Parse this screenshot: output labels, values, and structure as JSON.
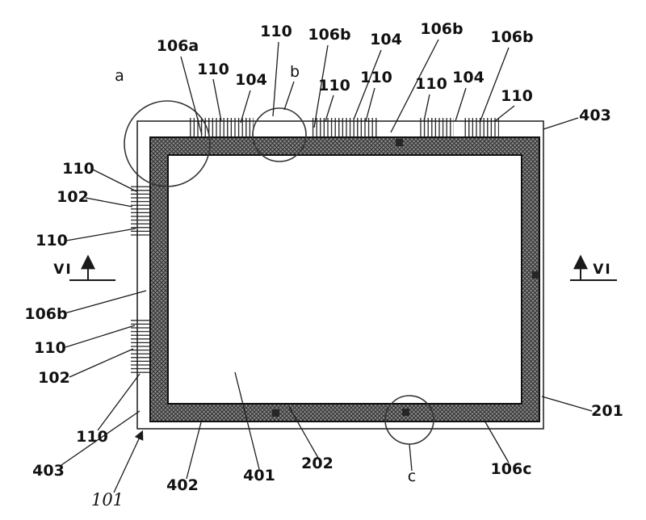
{
  "figure": {
    "type": "patent-line-drawing",
    "description_labels_present": true,
    "refs": {
      "101": "101",
      "102": "102",
      "104": "104",
      "106a": "106a",
      "106b": "106b",
      "106c": "106c",
      "110": "110",
      "201": "201",
      "202": "202",
      "401": "401",
      "402": "402",
      "403": "403",
      "a": "a",
      "b": "b",
      "c": "c",
      "VI": "VI"
    },
    "colors": {
      "line": "#1a1a1a",
      "frame_fill": "#8a8a8a",
      "hatch_line": "#2e2e2e",
      "background": "#ffffff"
    }
  }
}
